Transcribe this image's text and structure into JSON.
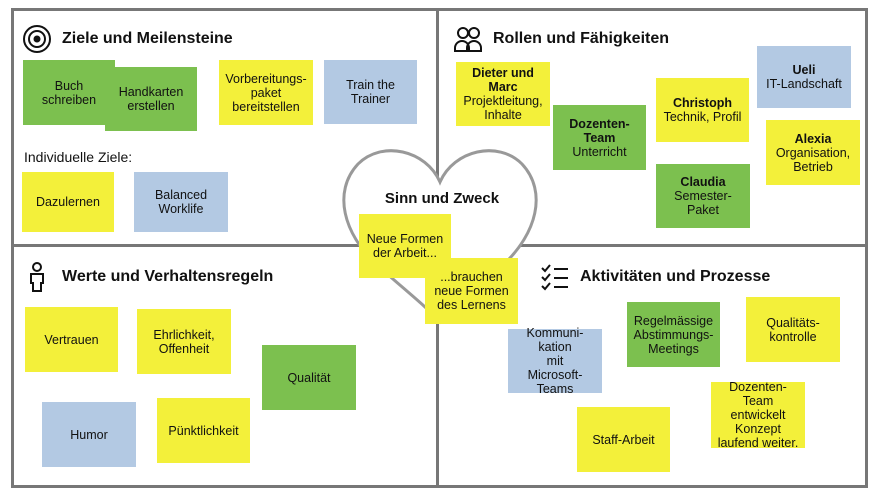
{
  "quadrants": {
    "goals": {
      "title": "Ziele und Meilensteine",
      "icon": "target-icon",
      "subheading": "Individuelle Ziele:",
      "notes": [
        {
          "text": "Buch\nschreiben",
          "color": "green"
        },
        {
          "text": "Handkarten\nerstellen",
          "color": "green"
        },
        {
          "text": "Vorbereitungs-\npaket\nbereitstellen",
          "color": "yellow"
        },
        {
          "text": "Train the\nTrainer",
          "color": "blue"
        },
        {
          "text": "Dazulernen",
          "color": "yellow"
        },
        {
          "text": "Balanced\nWorklife",
          "color": "blue"
        }
      ]
    },
    "roles": {
      "title": "Rollen und Fähigkeiten",
      "icon": "people-icon",
      "notes": [
        {
          "name": "Dieter und\nMarc",
          "text": "Projektleitung,\nInhalte",
          "color": "yellow"
        },
        {
          "name": "Dozenten-\nTeam",
          "text": "Unterricht",
          "color": "green"
        },
        {
          "name": "Christoph",
          "text": "Technik, Profil",
          "color": "yellow"
        },
        {
          "name": "Ueli",
          "text": "IT-Landschaft",
          "color": "blue"
        },
        {
          "name": "Alexia",
          "text": "Organisation,\nBetrieb",
          "color": "yellow"
        },
        {
          "name": "Claudia",
          "text": "Semester-\nPaket",
          "color": "green"
        }
      ]
    },
    "values": {
      "title": "Werte und Verhaltensregeln",
      "icon": "person-icon",
      "notes": [
        {
          "text": "Vertrauen",
          "color": "yellow"
        },
        {
          "text": "Ehrlichkeit,\nOffenheit",
          "color": "yellow"
        },
        {
          "text": "Qualität",
          "color": "green"
        },
        {
          "text": "Humor",
          "color": "blue"
        },
        {
          "text": "Pünktlichkeit",
          "color": "yellow"
        }
      ]
    },
    "activities": {
      "title": "Aktivitäten und Prozesse",
      "icon": "checklist-icon",
      "notes": [
        {
          "text": "Kommuni-\nkation\nmit\nMicrosoft-\nTeams",
          "color": "blue"
        },
        {
          "text": "Regelmässige\nAbstimmungs-\nMeetings",
          "color": "green"
        },
        {
          "text": "Qualitäts-\nkontrolle",
          "color": "yellow"
        },
        {
          "text": "Dozenten-\nTeam\nentwickelt\nKonzept\nlaufend weiter.",
          "color": "yellow"
        },
        {
          "text": "Staff-Arbeit",
          "color": "yellow"
        }
      ]
    }
  },
  "center": {
    "title": "Sinn und Zweck",
    "icon": "heart-icon",
    "notes": [
      {
        "text": "Neue Formen\nder Arbeit...",
        "color": "yellow"
      },
      {
        "text": "...brauchen\nneue Formen\ndes Lernens",
        "color": "yellow"
      }
    ]
  },
  "colors": {
    "green": "#7cc04f",
    "yellow": "#f3f03a",
    "blue": "#b3c9e3",
    "lines": "#777777"
  }
}
